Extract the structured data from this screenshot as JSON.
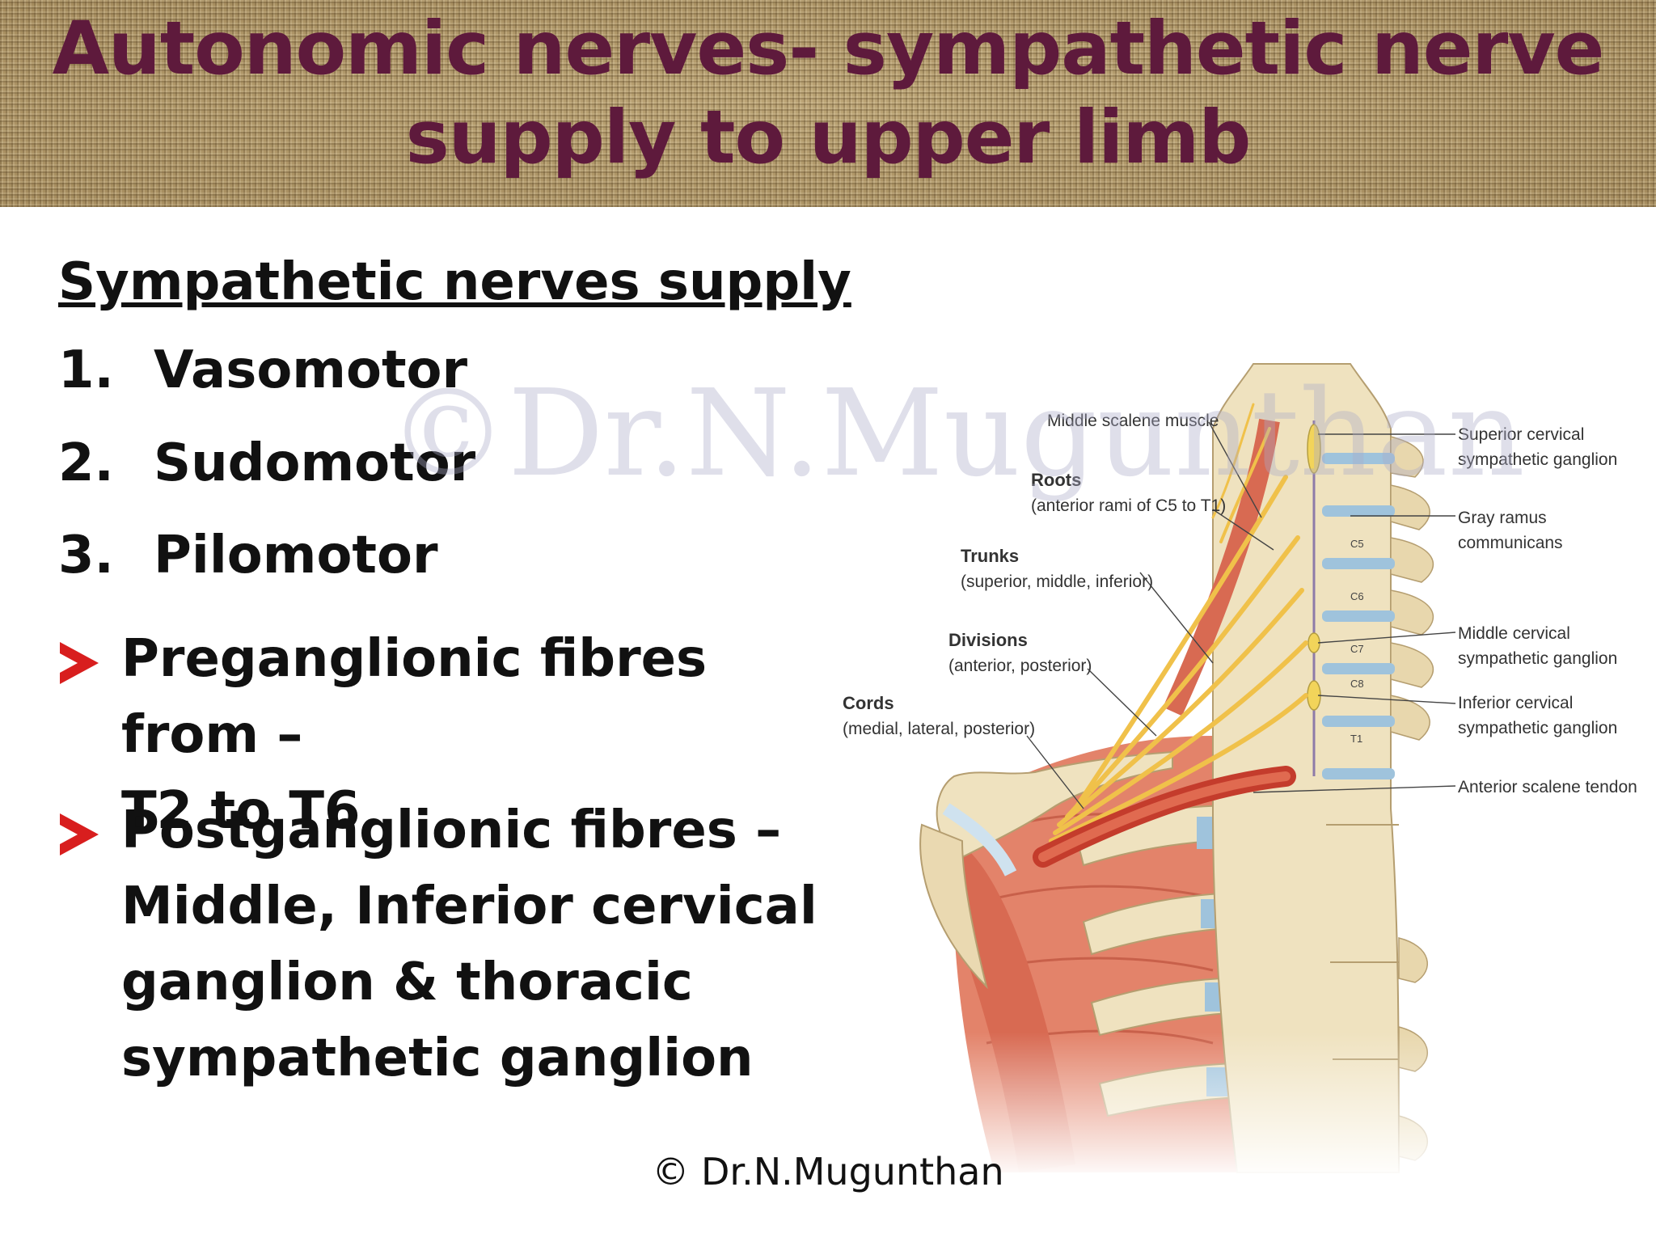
{
  "title": {
    "line1": "Autonomic nerves- sympathetic nerve",
    "line2": "supply to upper limb"
  },
  "heading": "Sympathetic nerves supply",
  "numbered_list": [
    {
      "num": "1.",
      "text": "Vasomotor"
    },
    {
      "num": "2.",
      "text": "Sudomotor"
    },
    {
      "num": "3.",
      "text": "Pilomotor"
    }
  ],
  "bullets": [
    {
      "lines": [
        "Preganglionic fibres from –",
        "T2 to T6"
      ]
    },
    {
      "lines": [
        "Postganglionic fibres –",
        "Middle, Inferior cervical",
        "ganglion & thoracic",
        "sympathetic ganglion"
      ]
    }
  ],
  "watermark": "©Dr.N.Mugunthan",
  "footer": "© Dr.N.Mugunthan",
  "figure": {
    "left_labels": {
      "middle_scalene": "Middle scalene muscle",
      "roots_title": "Roots",
      "roots_sub": "(anterior rami of C5 to T1)",
      "trunks_title": "Trunks",
      "trunks_sub": "(superior, middle, inferior)",
      "divisions_title": "Divisions",
      "divisions_sub": "(anterior, posterior)",
      "cords_title": "Cords",
      "cords_sub": "(medial, lateral, posterior)"
    },
    "right_labels": {
      "superior_1": "Superior cervical",
      "superior_2": "sympathetic ganglion",
      "gray_1": "Gray ramus",
      "gray_2": "communicans",
      "middle_1": "Middle cervical",
      "middle_2": "sympathetic ganglion",
      "inferior_1": "Inferior cervical",
      "inferior_2": "sympathetic ganglion",
      "anterior_scalene": "Anterior scalene tendon"
    },
    "vertebrae": [
      "C5",
      "C6",
      "C7",
      "C8",
      "T1"
    ]
  },
  "colors": {
    "title_text": "#5e1a3c",
    "bullet_arrow": "#d81e1e",
    "bone": "#efe2bf",
    "disc": "#9fc3dc",
    "muscle": "#e07a62",
    "nerve": "#f0c14a"
  }
}
